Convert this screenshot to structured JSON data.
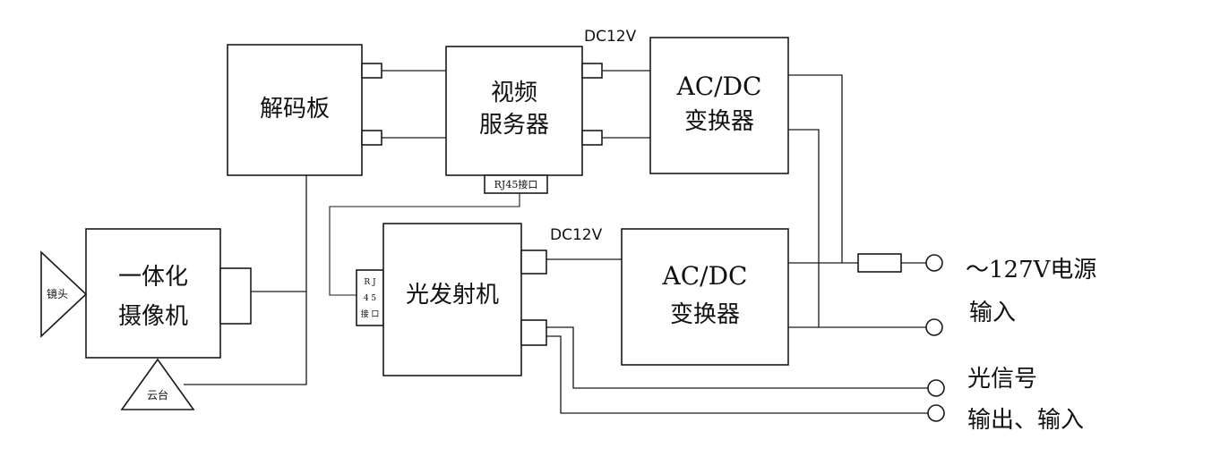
{
  "blocks": {
    "decoder": "解码板",
    "video_server": [
      "视频",
      "服务器"
    ],
    "acdc_top": [
      "AC/DC",
      "变换器"
    ],
    "rj45_top": "RJ45接口",
    "camera": [
      "一体化",
      "摄像机"
    ],
    "lens": "镜头",
    "pan_tilt": "云台",
    "optical_tx": "光发射机",
    "rj45_side": [
      "R J",
      "4 5",
      "接 口"
    ],
    "acdc_bottom": [
      "AC/DC",
      "变换器"
    ]
  },
  "labels": {
    "dc_top": "DC12V",
    "dc_bottom": "DC12V",
    "power_in": [
      "～127V电源",
      "输入"
    ],
    "optical_io": [
      "光信号",
      "输出、输入"
    ]
  }
}
